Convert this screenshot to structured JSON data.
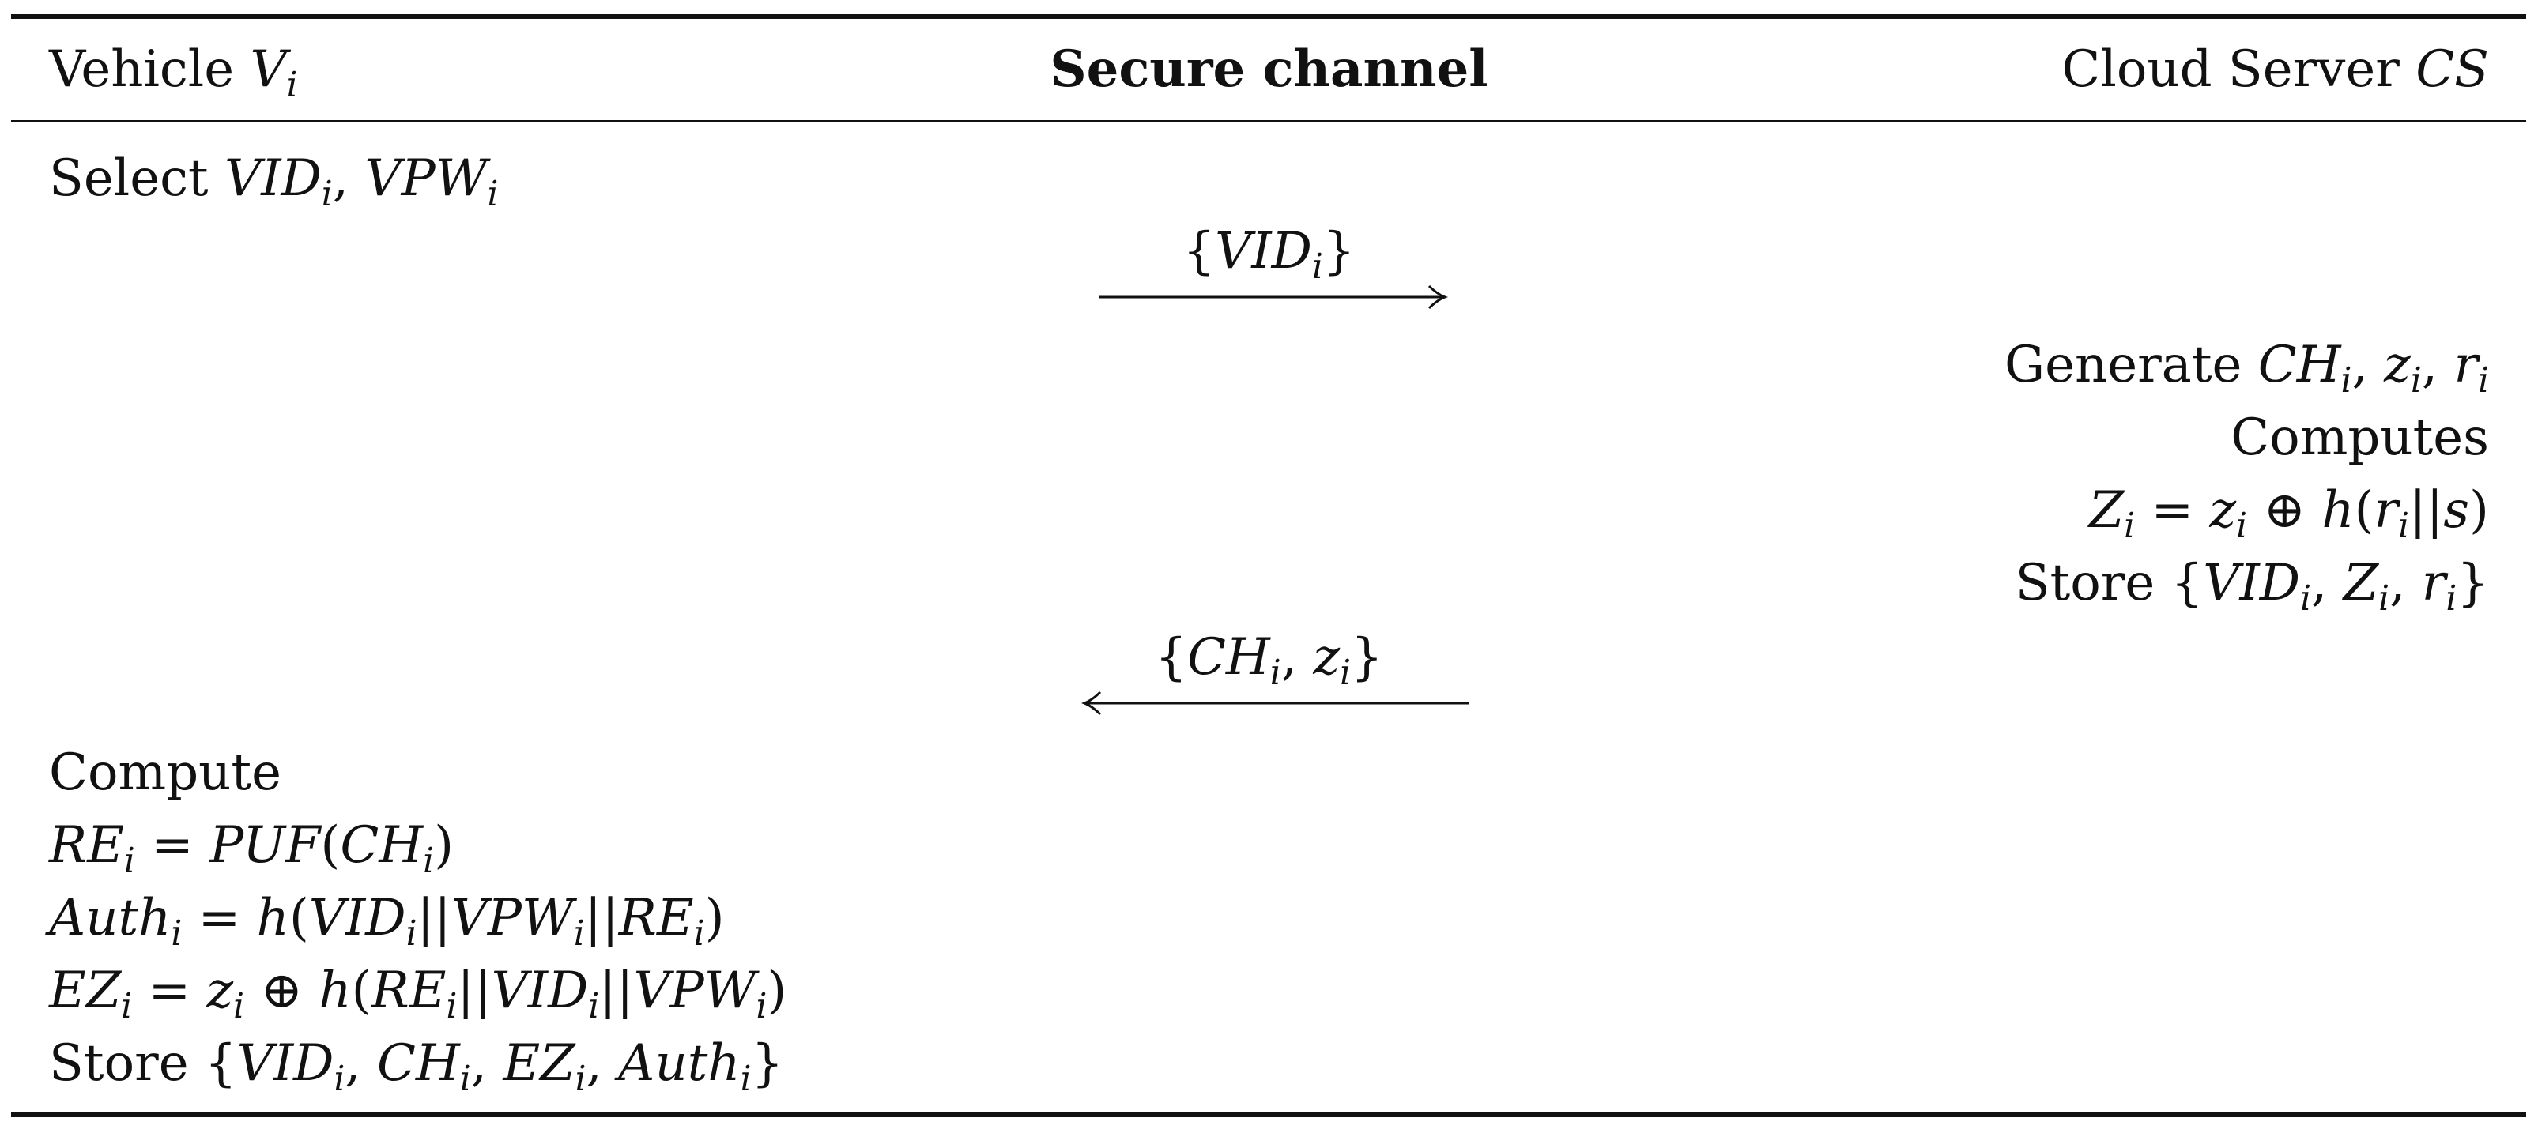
{
  "header": {
    "left": "Vehicle",
    "left_sub": "i",
    "center": "Secure channel",
    "right": "Cloud Server",
    "right_math": "CS"
  },
  "vehicle_select": {
    "label": "Select",
    "v": "VID",
    "v_sub": "i",
    "p": "VPW",
    "p_sub": "i"
  },
  "msg1": {
    "label": "VID",
    "sub": "i"
  },
  "server": {
    "generate_label": "Generate",
    "ch": "CH",
    "z": "z",
    "r": "r",
    "sub": "i",
    "computes_label": "Computes",
    "Z": "Z",
    "s": "s",
    "store_label": "Store",
    "vid": "VID"
  },
  "msg2": {
    "ch": "CH",
    "z": "z",
    "sub": "i"
  },
  "vehicle_compute": {
    "compute_label": "Compute",
    "RE": "RE",
    "PUF": "PUF",
    "CH": "CH",
    "Auth": "Auth",
    "VID": "VID",
    "VPW": "VPW",
    "EZ": "EZ",
    "z": "z",
    "store_label": "Store",
    "sub": "i",
    "h": "h"
  },
  "colors": {
    "ink": "#111111",
    "background": "#ffffff"
  },
  "icons": [
    "right-arrow-icon",
    "left-arrow-icon"
  ]
}
